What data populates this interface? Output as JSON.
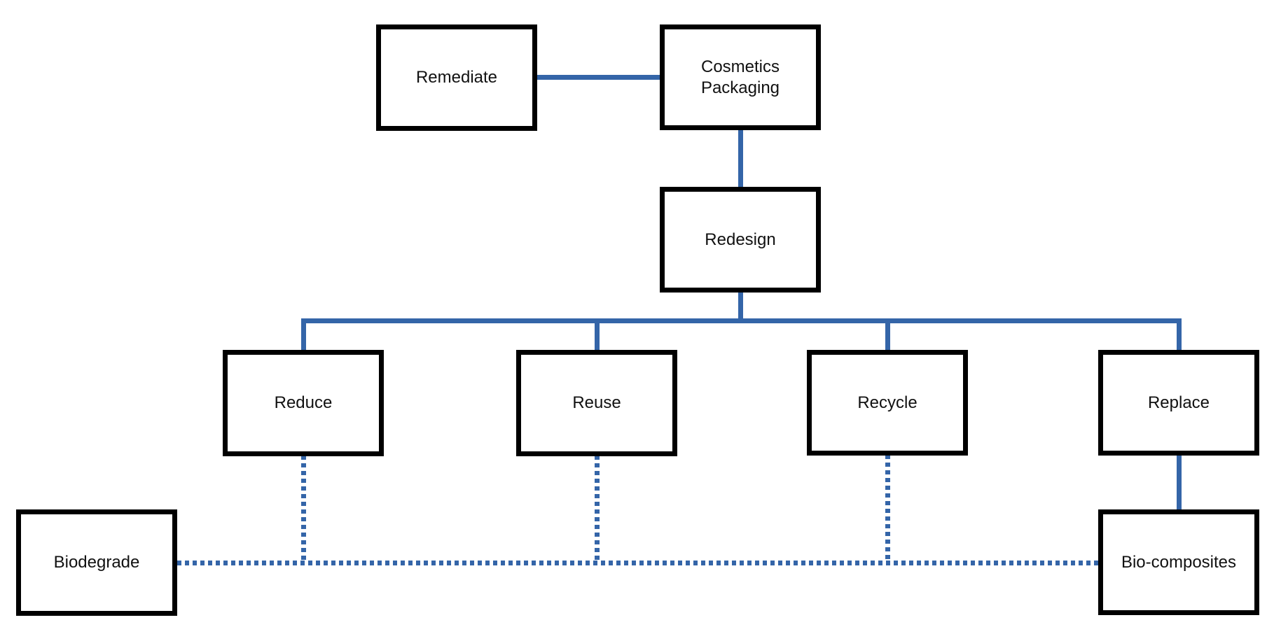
{
  "diagram": {
    "title": "Cosmetics packaging redesign strategy diagram",
    "colors": {
      "connector_blue": "#3465a8",
      "box_border": "#000000",
      "box_fill": "#ffffff",
      "text": "#111111",
      "background": "#ffffff"
    },
    "nodes": [
      {
        "id": "remediate",
        "label": "Remediate"
      },
      {
        "id": "cosmetics",
        "label": "Cosmetics Packaging"
      },
      {
        "id": "redesign",
        "label": "Redesign"
      },
      {
        "id": "reduce",
        "label": "Reduce"
      },
      {
        "id": "reuse",
        "label": "Reuse"
      },
      {
        "id": "recycle",
        "label": "Recycle"
      },
      {
        "id": "replace",
        "label": "Replace"
      },
      {
        "id": "biodegrade",
        "label": "Biodegrade"
      },
      {
        "id": "biocomposites",
        "label": "Bio-composites"
      }
    ],
    "edges": [
      {
        "from": "Remediate",
        "to": "Cosmetics Packaging",
        "style": "solid"
      },
      {
        "from": "Cosmetics Packaging",
        "to": "Redesign",
        "style": "solid"
      },
      {
        "from": "Redesign",
        "to": "Reduce",
        "style": "solid"
      },
      {
        "from": "Redesign",
        "to": "Reuse",
        "style": "solid"
      },
      {
        "from": "Redesign",
        "to": "Recycle",
        "style": "solid"
      },
      {
        "from": "Redesign",
        "to": "Replace",
        "style": "solid"
      },
      {
        "from": "Replace",
        "to": "Bio-composites",
        "style": "solid"
      },
      {
        "from": "Biodegrade",
        "to": "Bio-composites",
        "style": "dotted"
      },
      {
        "from": "Reduce",
        "to": "Biodegrade–Bio-composites link",
        "style": "dotted"
      },
      {
        "from": "Reuse",
        "to": "Biodegrade–Bio-composites link",
        "style": "dotted"
      },
      {
        "from": "Recycle",
        "to": "Biodegrade–Bio-composites link",
        "style": "dotted"
      }
    ]
  }
}
